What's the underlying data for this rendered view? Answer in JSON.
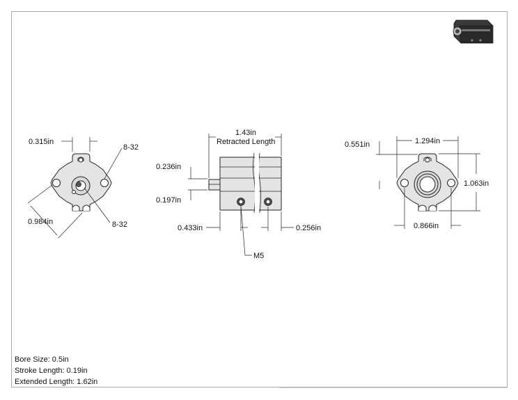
{
  "front_view": {
    "dim_top": "0.315in",
    "dim_diag": "0.984in",
    "thread_top": "8-32",
    "thread_bottom": "8-32"
  },
  "side_view": {
    "dim_length": "1.43in",
    "dim_length_label": "Retracted Length",
    "dim_rod_upper": "0.236in",
    "dim_rod_lower": "0.197in",
    "dim_port_left": "0.433in",
    "dim_port_right": "0.256in",
    "port_thread": "M5"
  },
  "back_view": {
    "dim_offset": "0.551in",
    "dim_width": "1.294in",
    "dim_height": "1.063in",
    "dim_bottom": "0.866in"
  },
  "specs": {
    "bore": "Bore Size: 0.5in",
    "stroke": "Stroke Length: 0.19in",
    "extended": "Extended Length: 1.62in"
  }
}
